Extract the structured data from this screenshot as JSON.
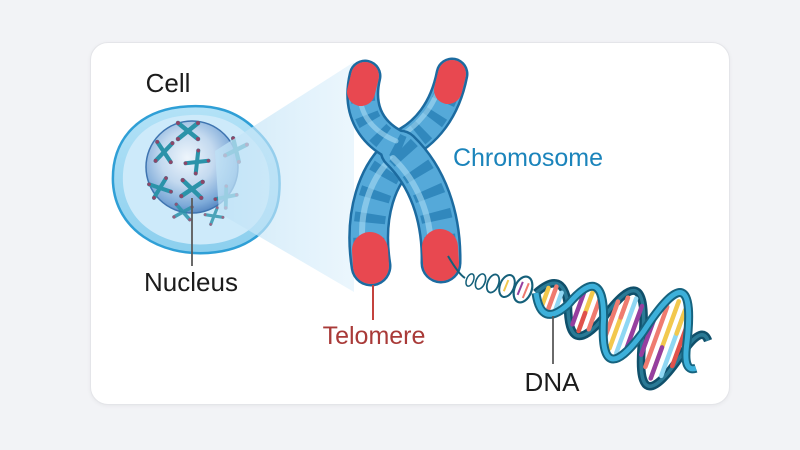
{
  "labels": {
    "cell": "Cell",
    "nucleus": "Nucleus",
    "chromosome": "Chromosome",
    "telomere": "Telomere",
    "dna": "DNA"
  },
  "label_colors": {
    "cell": "#1c1c1c",
    "nucleus": "#1c1c1c",
    "chromosome": "#1b84bb",
    "telomere": "#a93a38",
    "dna": "#1c1c1c"
  },
  "palette": {
    "page_background": "#f2f3f6",
    "card_background": "#ffffff",
    "cell_fill": "#9fd6f1",
    "cell_inner_fill": "#cdeafa",
    "cell_outline": "#2f9fd6",
    "nucleus_edge": "#4579b8",
    "nucleus_center": "#eaf3fb",
    "mini_chromosome": "#2b93a9",
    "mini_chromosome_tip": "#8d4668",
    "zoom_beam": "#cfe9fa",
    "chromosome_body": "#55a9d9",
    "chromosome_band": "#3188bd",
    "chromosome_outline": "#1c6ba0",
    "chromosome_highlight": "#a8dcf3",
    "telomere_tip": "#e84850",
    "leader_line_gray": "#5a5a5a",
    "leader_line_red": "#c4433d",
    "dna_front_strand": "#3db0da",
    "dna_back_strand": "#10506b",
    "dna_rung_colors": [
      "#f2c84d",
      "#ef7b70",
      "#963f9f",
      "#8fd7f3",
      "#e0524c"
    ]
  }
}
